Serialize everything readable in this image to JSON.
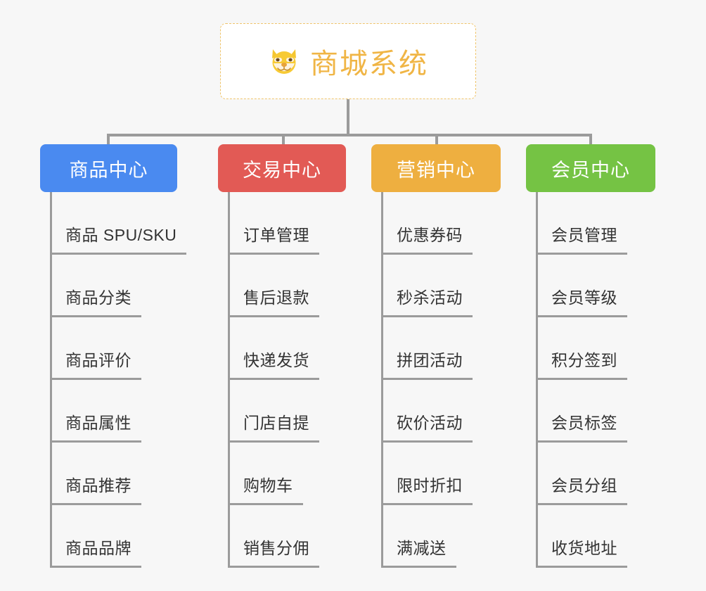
{
  "page": {
    "background_color": "#f7f7f7",
    "connector_color": "#9b9b9b"
  },
  "root": {
    "icon": "dog-face-emoji",
    "icon_glyph": "🐶",
    "title": "商城系统",
    "text_color": "#f0b545",
    "border_color": "#efc46a",
    "background_color": "#ffffff"
  },
  "branches": [
    {
      "id": "product-center",
      "label": "商品中心",
      "color": "#4a8af0",
      "items": [
        {
          "label": "商品 SPU/SKU"
        },
        {
          "label": "商品分类"
        },
        {
          "label": "商品评价"
        },
        {
          "label": "商品属性"
        },
        {
          "label": "商品推荐"
        },
        {
          "label": "商品品牌"
        }
      ]
    },
    {
      "id": "trade-center",
      "label": "交易中心",
      "color": "#e25a55",
      "items": [
        {
          "label": "订单管理"
        },
        {
          "label": "售后退款"
        },
        {
          "label": "快递发货"
        },
        {
          "label": "门店自提"
        },
        {
          "label": "购物车"
        },
        {
          "label": "销售分佣"
        }
      ]
    },
    {
      "id": "marketing-center",
      "label": "营销中心",
      "color": "#eeaf40",
      "items": [
        {
          "label": "优惠券码"
        },
        {
          "label": "秒杀活动"
        },
        {
          "label": "拼团活动"
        },
        {
          "label": "砍价活动"
        },
        {
          "label": "限时折扣"
        },
        {
          "label": "满减送"
        }
      ]
    },
    {
      "id": "member-center",
      "label": "会员中心",
      "color": "#75c344",
      "items": [
        {
          "label": "会员管理"
        },
        {
          "label": "会员等级"
        },
        {
          "label": "积分签到"
        },
        {
          "label": "会员标签"
        },
        {
          "label": "会员分组"
        },
        {
          "label": "收货地址"
        }
      ]
    }
  ]
}
